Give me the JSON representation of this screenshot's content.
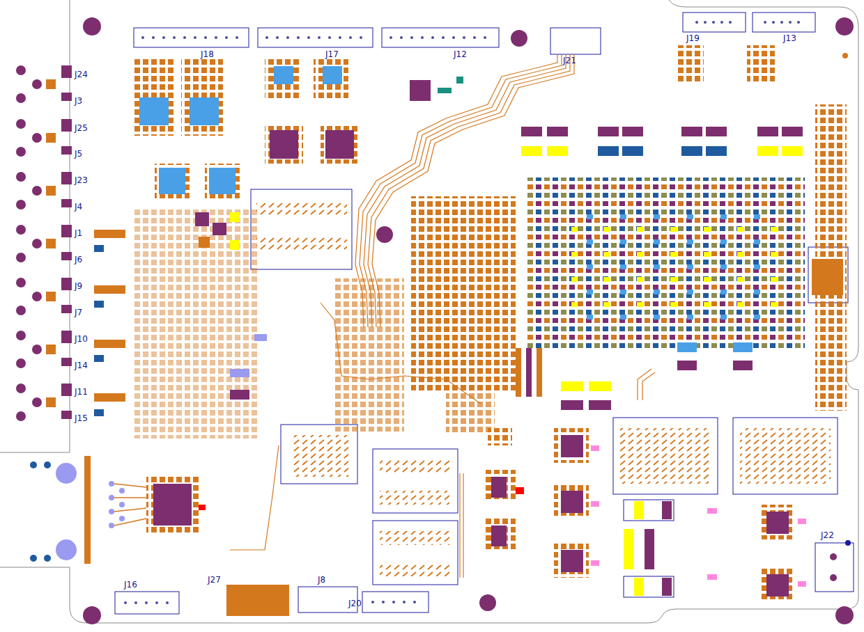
{
  "diagram": {
    "labels": [
      "J18",
      "J17",
      "J12",
      "J21",
      "J19",
      "J13",
      "J24",
      "J3",
      "J25",
      "J5",
      "J23",
      "J4",
      "J1",
      "J6",
      "J9",
      "J7",
      "J10",
      "J14",
      "J11",
      "J15",
      "J22",
      "J16",
      "J27",
      "J8",
      "J20"
    ]
  }
}
